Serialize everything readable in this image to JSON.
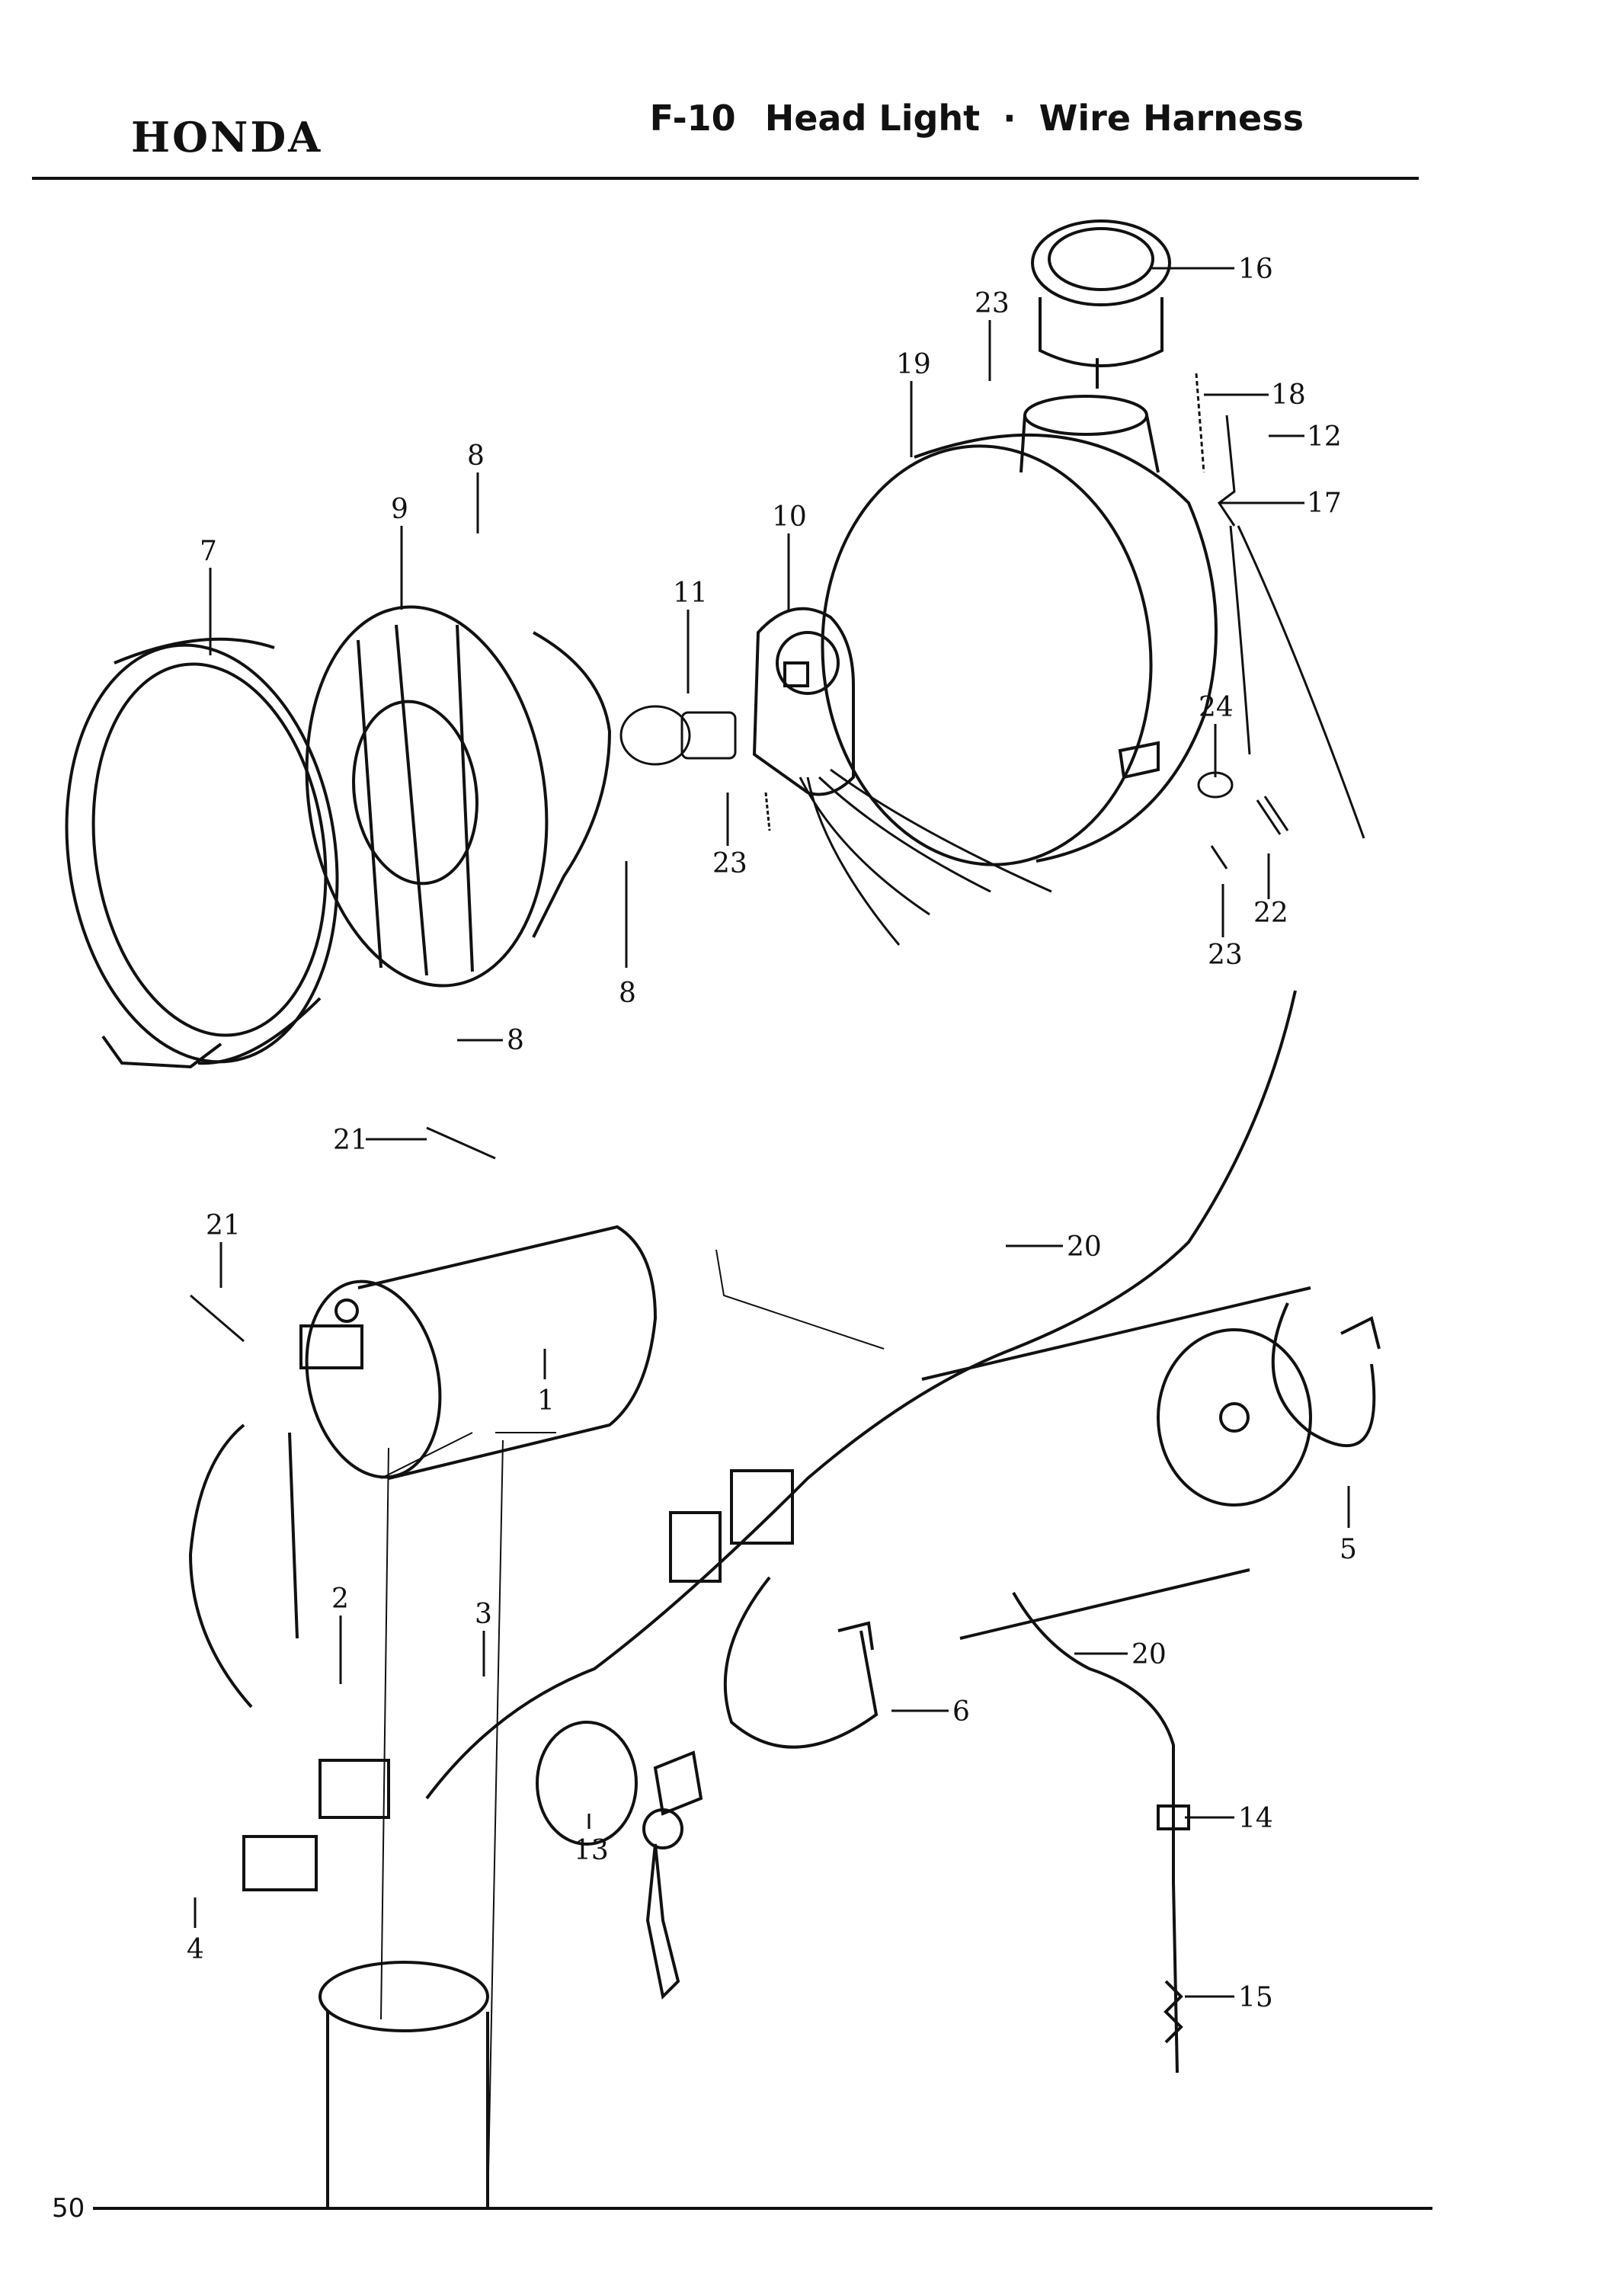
{
  "header": {
    "brand": "HONDA",
    "figure_code": "F-10",
    "title_part1": "Head Light",
    "separator": "·",
    "title_part2": "Wire Harness"
  },
  "footer": {
    "page_number": "50"
  },
  "callouts": {
    "n1": "1",
    "n2": "2",
    "n3": "3",
    "n4": "4",
    "n5": "5",
    "n6": "6",
    "n7": "7",
    "n8a": "8",
    "n8b": "8",
    "n8c": "8",
    "n9": "9",
    "n10": "10",
    "n11": "11",
    "n12": "12",
    "n13": "13",
    "n14": "14",
    "n15": "15",
    "n16": "16",
    "n17": "17",
    "n18": "18",
    "n19": "19",
    "n20a": "20",
    "n20b": "20",
    "n21a": "21",
    "n21b": "21",
    "n22": "22",
    "n23a": "23",
    "n23b": "23",
    "n23c": "23",
    "n24": "24"
  }
}
